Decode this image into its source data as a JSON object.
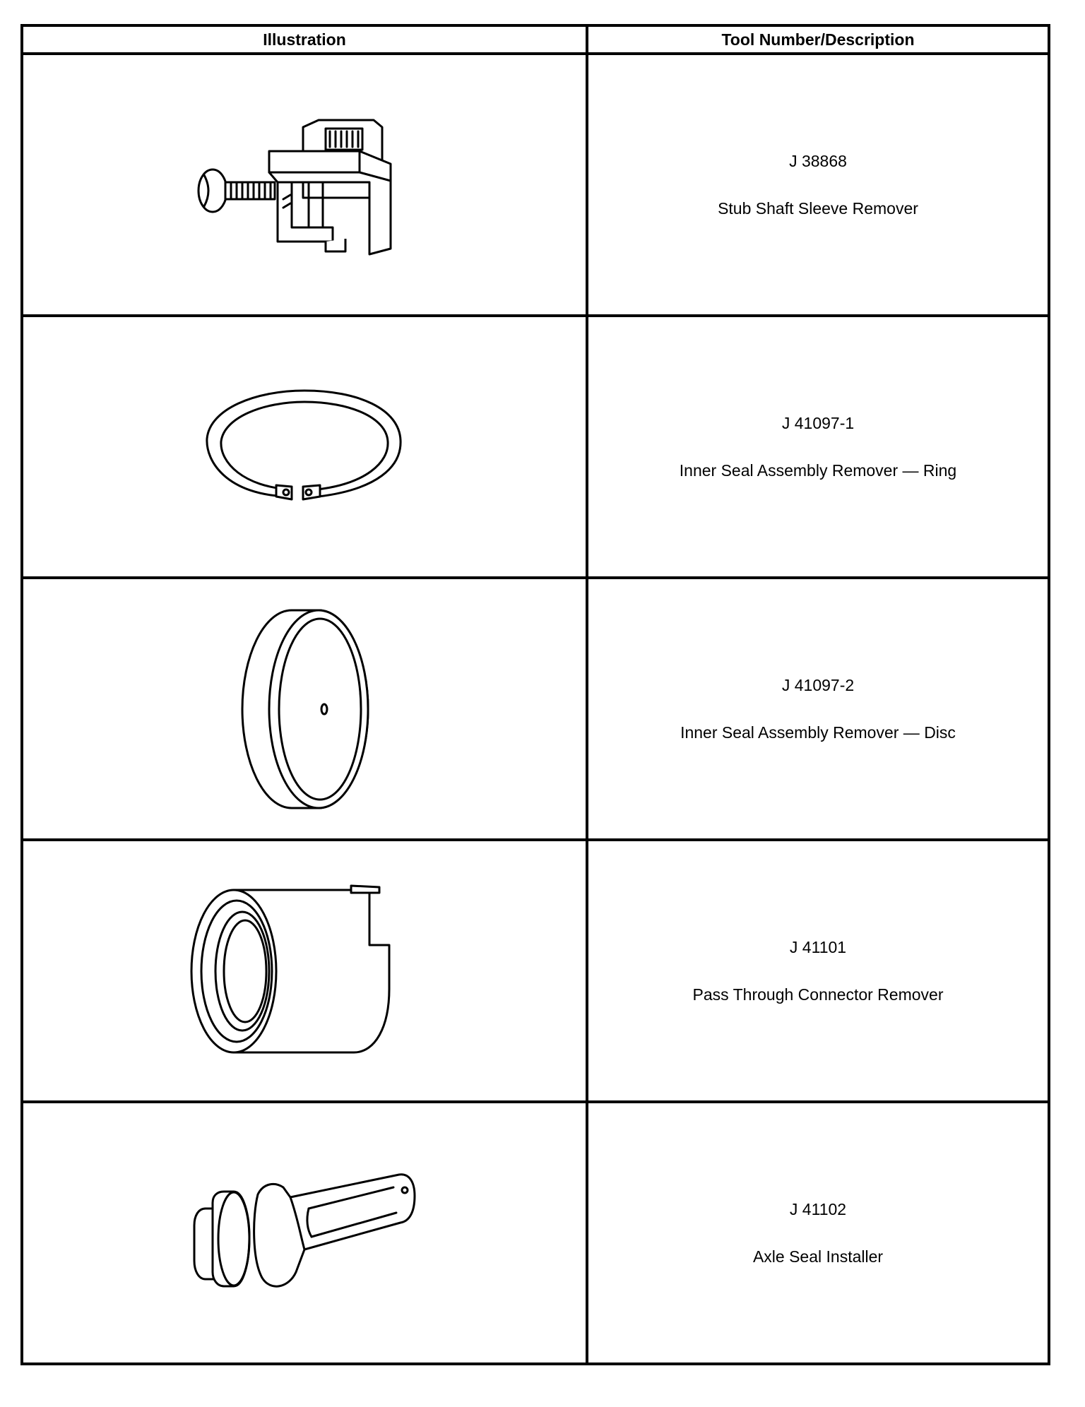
{
  "table": {
    "headers": {
      "illustration": "Illustration",
      "tool": "Tool Number/Description"
    },
    "rows": [
      {
        "number": "J 38868",
        "description": "Stub Shaft Sleeve Remover",
        "icon": "sleeve-remover-clamp-icon"
      },
      {
        "number": "J 41097-1",
        "description": "Inner Seal Assembly Remover — Ring",
        "icon": "snap-ring-icon"
      },
      {
        "number": "J 41097-2",
        "description": "Inner Seal Assembly Remover — Disc",
        "icon": "disc-icon"
      },
      {
        "number": "J 41101",
        "description": "Pass Through Connector Remover",
        "icon": "cylinder-remover-icon"
      },
      {
        "number": "J 41102",
        "description": "Axle Seal Installer",
        "icon": "seal-installer-icon"
      }
    ]
  }
}
